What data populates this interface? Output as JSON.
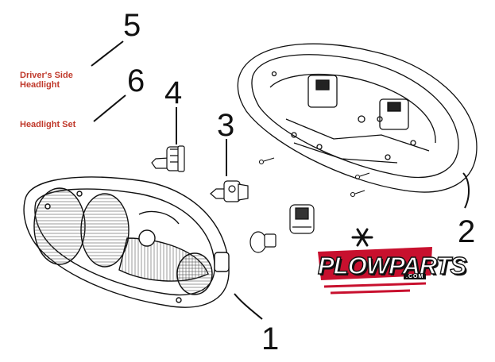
{
  "callouts": {
    "n1": "1",
    "n2": "2",
    "n3": "3",
    "n4": "4",
    "n5": "5",
    "n6": "6"
  },
  "labels": {
    "drivers_side_line1": "Driver's Side",
    "drivers_side_line2": "Headlight",
    "headlight_set": "Headlight Set"
  },
  "logo": {
    "wordmark": "PLOWPARTS",
    "dotcom": ".COM",
    "snowflake_icon": "snowflake-icon"
  },
  "colors": {
    "label_red": "#c0392b",
    "logo_red": "#c8102e",
    "line": "#111111"
  }
}
